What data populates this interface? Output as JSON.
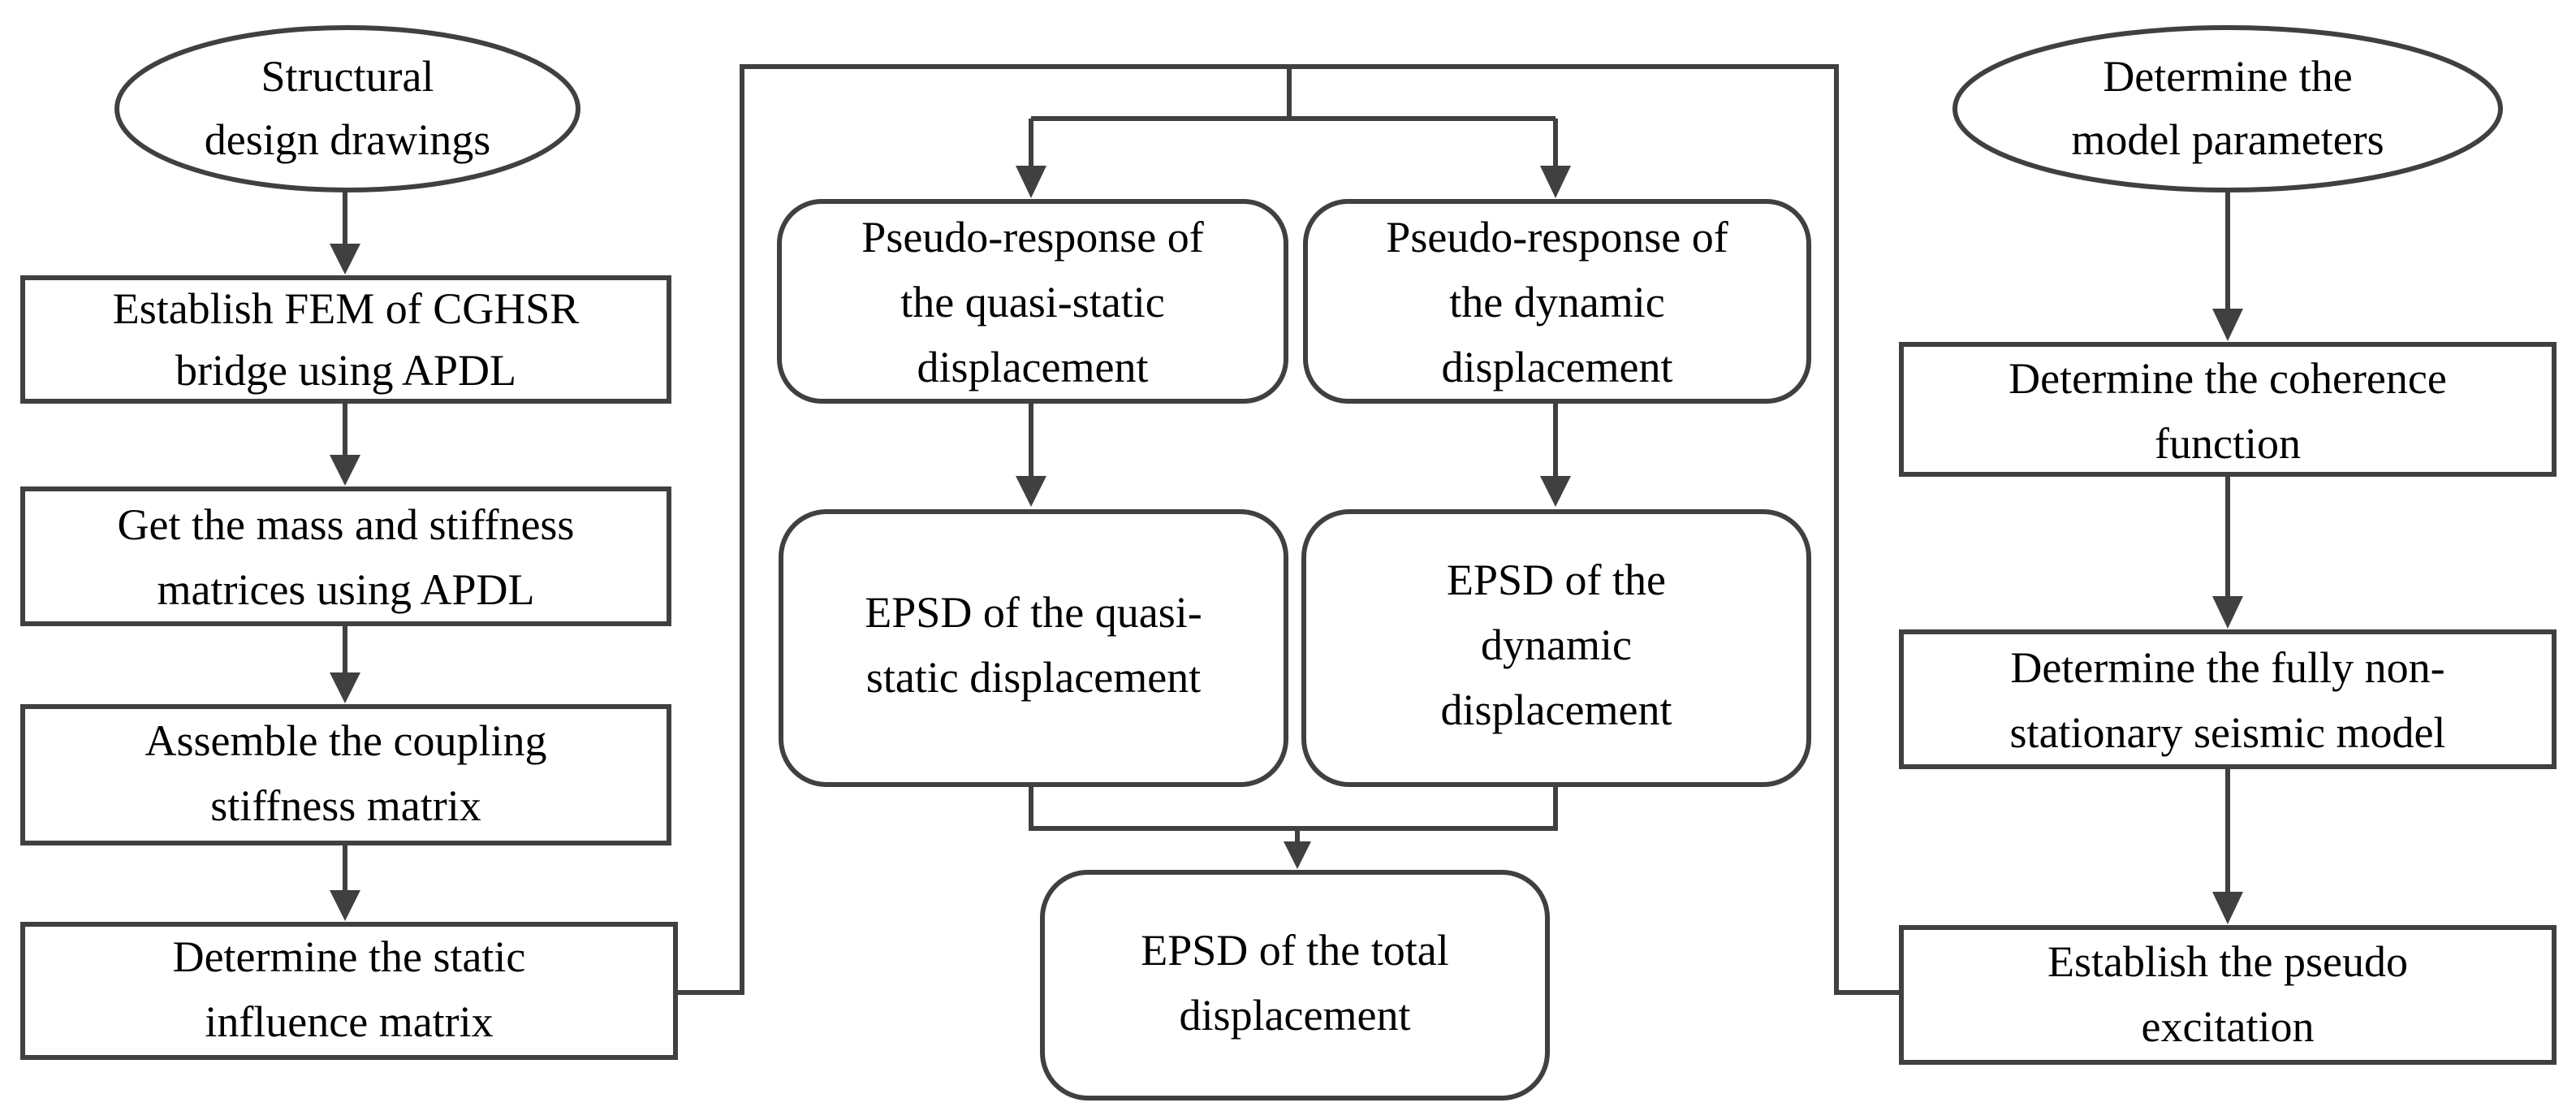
{
  "colors": {
    "stroke": "#404040",
    "text": "#000000",
    "background": "#ffffff"
  },
  "left": {
    "start": {
      "line1": "Structural",
      "line2": "design drawings"
    },
    "step1": {
      "line1": "Establish FEM of  CGHSR",
      "line2": "bridge using APDL"
    },
    "step2": {
      "line1": "Get the mass and stiffness",
      "line2": "matrices using APDL"
    },
    "step3": {
      "line1": "Assemble the coupling",
      "line2": "stiffness matrix"
    },
    "step4": {
      "line1": "Determine the static",
      "line2": "influence matrix"
    }
  },
  "middle": {
    "pseudo_quasi": {
      "line1": "Pseudo-response of",
      "line2": "the quasi-static",
      "line3": "displacement"
    },
    "pseudo_dynamic": {
      "line1": "Pseudo-response of",
      "line2": "the dynamic",
      "line3": "displacement"
    },
    "epsd_quasi": {
      "line1": "EPSD of the quasi-",
      "line2": "static displacement"
    },
    "epsd_dynamic": {
      "line1": "EPSD  of the",
      "line2": "dynamic",
      "line3": "displacement"
    },
    "epsd_total": {
      "line1": "EPSD of the total",
      "line2": "displacement"
    }
  },
  "right": {
    "start": {
      "line1": "Determine the",
      "line2": "model parameters"
    },
    "step1": {
      "line1": "Determine the coherence",
      "line2": "function"
    },
    "step2": {
      "line1": "Determine the fully non-",
      "line2": "stationary seismic model"
    },
    "step3": {
      "line1": "Establish the pseudo",
      "line2": "excitation"
    }
  }
}
